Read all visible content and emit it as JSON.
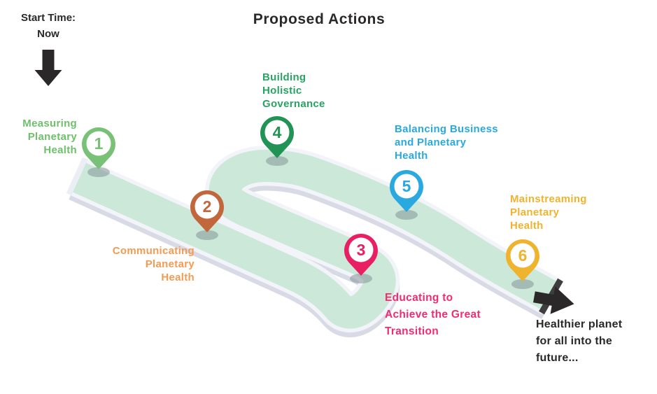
{
  "title": "Proposed Actions",
  "start_label": {
    "line1": "Start Time:",
    "line2": "Now"
  },
  "outcome_note": "Healthier planet\nfor all into the\nfuture...",
  "icons": {
    "start": "down-arrow",
    "end": "right-arrow",
    "step_marker": "map-pin"
  },
  "colors": {
    "text_dark": "#2b2829",
    "road_surface": "#cbe8d8",
    "road_edge": "#f3f4f9",
    "road_depth": "#d8dae5",
    "road_end_face": "#3f3e3e",
    "road_start_face": "#eceef5",
    "pin_shadow": "rgba(125,140,146,0.5)",
    "pin_inner": "#ffffff"
  },
  "steps": [
    {
      "number": "1",
      "label": "Measuring\nPlanetary\nHealth",
      "pin_color": "#79c176",
      "label_color": "#6ec06b"
    },
    {
      "number": "2",
      "label": "Communicating\nPlanetary\nHealth",
      "pin_color": "#c2663c",
      "label_color": "#f29b52"
    },
    {
      "number": "3",
      "label": "Educating to\nAchieve the Great\nTransition",
      "pin_color": "#e82063",
      "label_color": "#ee2d72"
    },
    {
      "number": "4",
      "label": "Building\nHolistic\nGovernance",
      "pin_color": "#209355",
      "label_color": "#28a364"
    },
    {
      "number": "5",
      "label": "Balancing Business\nand Planetary\nHealth",
      "pin_color": "#2aa8e0",
      "label_color": "#2aa8e0"
    },
    {
      "number": "6",
      "label": "Mainstreaming\nPlanetary\nHealth",
      "pin_color": "#efb32e",
      "label_color": "#efb32e"
    }
  ]
}
